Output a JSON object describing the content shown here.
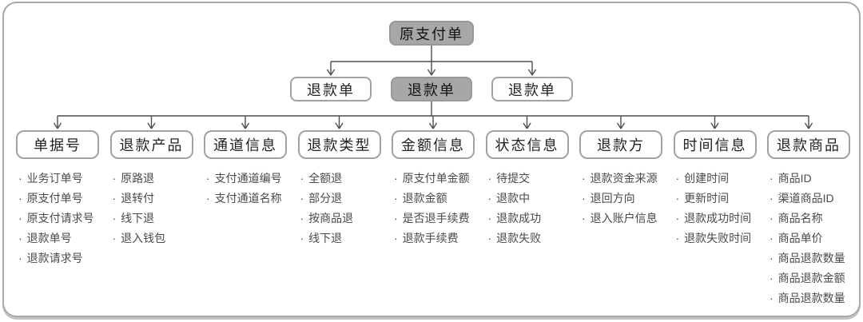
{
  "diagram": {
    "root_label": "原支付单",
    "refund_orders": [
      {
        "label": "退款单",
        "highlighted": false
      },
      {
        "label": "退款单",
        "highlighted": true
      },
      {
        "label": "退款单",
        "highlighted": false
      }
    ],
    "groups": [
      {
        "label": "单据号",
        "items": [
          "业务订单号",
          "原支付单号",
          "原支付请求号",
          "退款单号",
          "退款请求号"
        ]
      },
      {
        "label": "退款产品",
        "items": [
          "原路退",
          "退转付",
          "线下退",
          "退入钱包"
        ]
      },
      {
        "label": "通道信息",
        "items": [
          "支付通道编号",
          "支付通道名称"
        ]
      },
      {
        "label": "退款类型",
        "items": [
          "全额退",
          "部分退",
          "按商品退",
          "线下退"
        ]
      },
      {
        "label": "金额信息",
        "items": [
          "原支付单金额",
          "退款金额",
          "是否退手续费",
          "退款手续费"
        ]
      },
      {
        "label": "状态信息",
        "items": [
          "待提交",
          "退款中",
          "退款成功",
          "退款失败"
        ]
      },
      {
        "label": "退款方",
        "items": [
          "退款资金来源",
          "退回方向",
          "退入账户信息"
        ]
      },
      {
        "label": "时间信息",
        "items": [
          "创建时间",
          "更新时间",
          "退款成功时间",
          "退款失败时间"
        ]
      },
      {
        "label": "退款商品",
        "items": [
          "商品ID",
          "渠道商品ID",
          "商品名称",
          "商品单价",
          "商品退款数量",
          "商品退款金额",
          "商品退款数量"
        ]
      }
    ],
    "colors": {
      "line": "#4d4d4d",
      "node_fill": "#a7a7a7",
      "node_border": "#a2a2a2",
      "frame_border": "#a9a9a9",
      "list_text": "#4a4a4a"
    }
  }
}
